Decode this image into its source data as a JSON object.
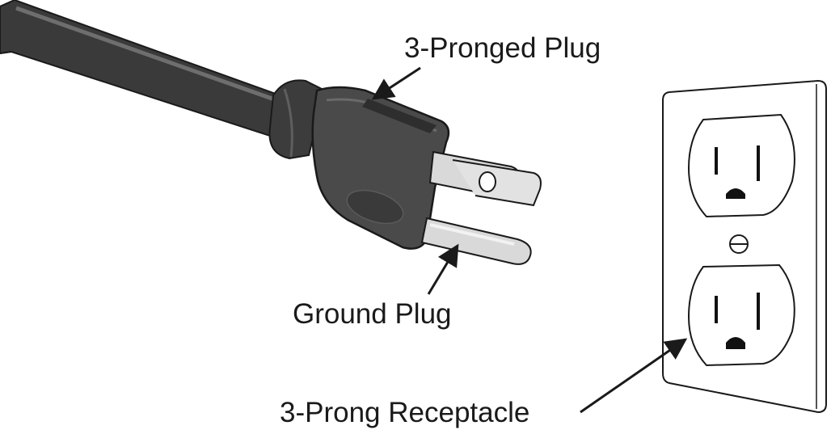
{
  "labels": {
    "plug": "3-Pronged Plug",
    "ground": "Ground Plug",
    "receptacle": "3-Prong Receptacle"
  },
  "colors": {
    "cord": "#3a3a3a",
    "cord_highlight": "#6e6e6e",
    "plug_body": "#4a4a4a",
    "plug_shade": "#2e2e2e",
    "prong": "#d9d9d9",
    "outline": "#1a1a1a",
    "plate": "#ffffff",
    "slot": "#111111"
  }
}
